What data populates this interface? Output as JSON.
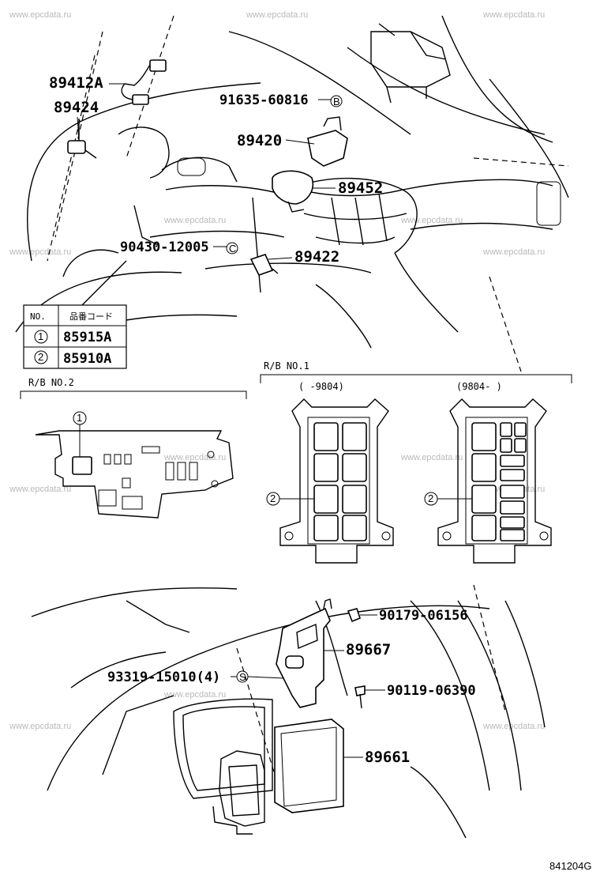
{
  "watermark": "www.epcdata.ru",
  "parts": {
    "p89412A": "89412A",
    "p89424": "89424",
    "p91635": "91635-60816",
    "p89420": "89420",
    "p89452": "89452",
    "p90430": "90430-12005",
    "p89422": "89422",
    "p90179": "90179-06156",
    "p89667": "89667",
    "p93319": "93319-15010(4)",
    "p90119": "90119-06390",
    "p89661": "89661"
  },
  "markers": {
    "B": "B",
    "C": "C",
    "S": "S",
    "one": "1",
    "two": "2"
  },
  "table": {
    "header_no": "NO.",
    "header_code": "品番コード",
    "rows": [
      {
        "no": "1",
        "part": "85915A"
      },
      {
        "no": "2",
        "part": "85910A"
      }
    ]
  },
  "sections": {
    "rb2": "R/B NO.2",
    "rb1": "R/B NO.1",
    "rb1_left": "(   -9804)",
    "rb1_right": "(9804-   )"
  },
  "diagram_code": "841204G"
}
